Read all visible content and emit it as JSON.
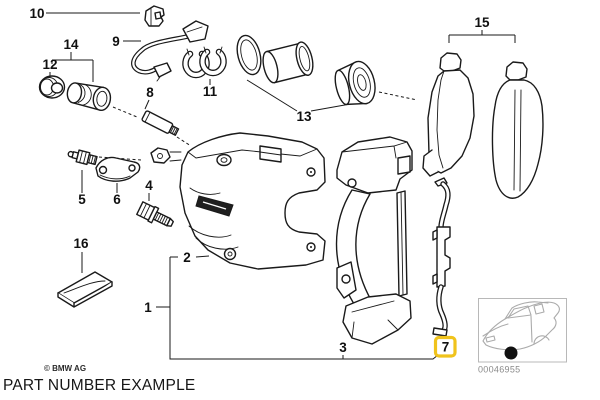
{
  "callouts": [
    {
      "num": "1",
      "style": "normal"
    },
    {
      "num": "2",
      "style": "normal"
    },
    {
      "num": "3",
      "style": "normal"
    },
    {
      "num": "4",
      "style": "normal"
    },
    {
      "num": "5",
      "style": "normal"
    },
    {
      "num": "6",
      "style": "normal"
    },
    {
      "num": "7",
      "style": "highlighted"
    },
    {
      "num": "8",
      "style": "normal"
    },
    {
      "num": "9",
      "style": "normal"
    },
    {
      "num": "10",
      "style": "muted"
    },
    {
      "num": "11",
      "style": "normal"
    },
    {
      "num": "12",
      "style": "normal"
    },
    {
      "num": "13",
      "style": "normal"
    },
    {
      "num": "14",
      "style": "normal"
    },
    {
      "num": "15",
      "style": "normal"
    },
    {
      "num": "16",
      "style": "normal"
    }
  ],
  "colors": {
    "highlight_box": "#f0c31c",
    "muted_label": "#a3a3a3",
    "line": "#1a1a1a",
    "car_sketch": "#ababab"
  },
  "thumbnail": {
    "code": "00046955"
  },
  "footer": {
    "copyright": "© BMW AG",
    "caption": "PART NUMBER EXAMPLE"
  }
}
